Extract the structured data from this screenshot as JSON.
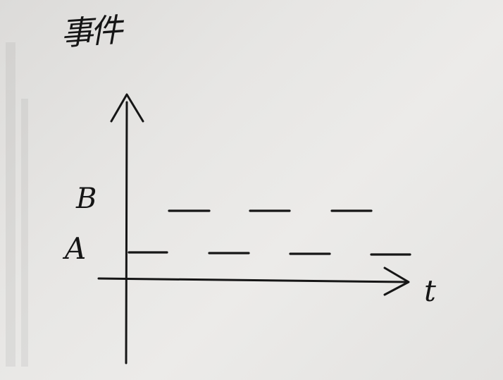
{
  "diagram": {
    "y_axis_title": "事件",
    "x_axis_label": "t",
    "levels": [
      {
        "label": "B",
        "segments": 3
      },
      {
        "label": "A",
        "segments": 4
      }
    ]
  },
  "colors": {
    "ink": "#161616",
    "paper": "#e4e3e1"
  }
}
